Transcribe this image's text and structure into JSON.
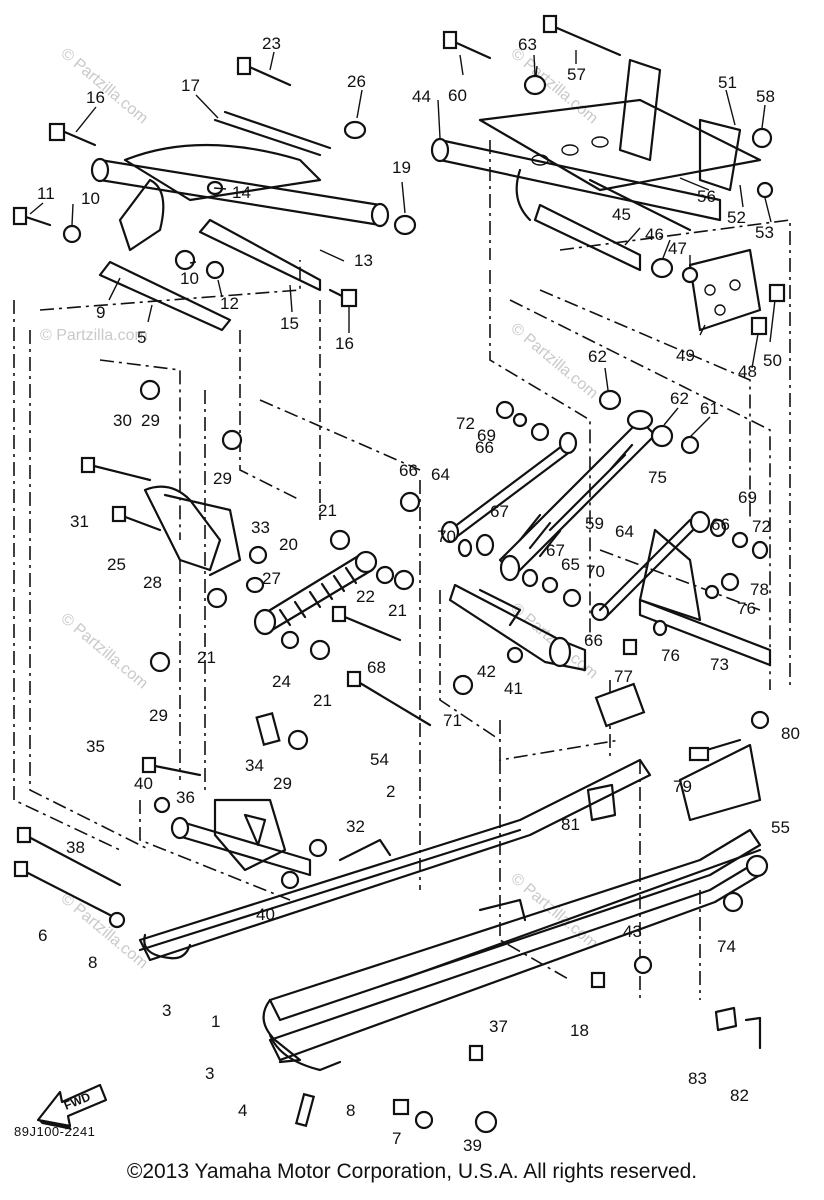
{
  "diagram": {
    "diagram_code": "89J100-2241",
    "copyright": "©2013 Yamaha Motor Corporation, U.S.A. All rights reserved.",
    "watermark": "© Partzilla.com",
    "fwd_label": "FWD",
    "callouts": [
      "1",
      "2",
      "3",
      "3",
      "3",
      "4",
      "5",
      "6",
      "7",
      "8",
      "8",
      "9",
      "10",
      "10",
      "11",
      "12",
      "13",
      "14",
      "15",
      "16",
      "16",
      "17",
      "18",
      "19",
      "20",
      "21",
      "21",
      "21",
      "21",
      "22",
      "23",
      "24",
      "25",
      "26",
      "27",
      "28",
      "29",
      "29",
      "29",
      "29",
      "30",
      "31",
      "32",
      "33",
      "34",
      "35",
      "36",
      "37",
      "38",
      "39",
      "40",
      "40",
      "41",
      "42",
      "43",
      "44",
      "45",
      "46",
      "47",
      "48",
      "49",
      "50",
      "51",
      "52",
      "53",
      "54",
      "55",
      "56",
      "57",
      "58",
      "59",
      "60",
      "61",
      "62",
      "62",
      "63",
      "64",
      "64",
      "65",
      "66",
      "66",
      "66",
      "66",
      "67",
      "67",
      "68",
      "69",
      "69",
      "70",
      "70",
      "71",
      "72",
      "72",
      "73",
      "74",
      "75",
      "76",
      "76",
      "77",
      "78",
      "79",
      "80",
      "81",
      "82",
      "83"
    ]
  }
}
